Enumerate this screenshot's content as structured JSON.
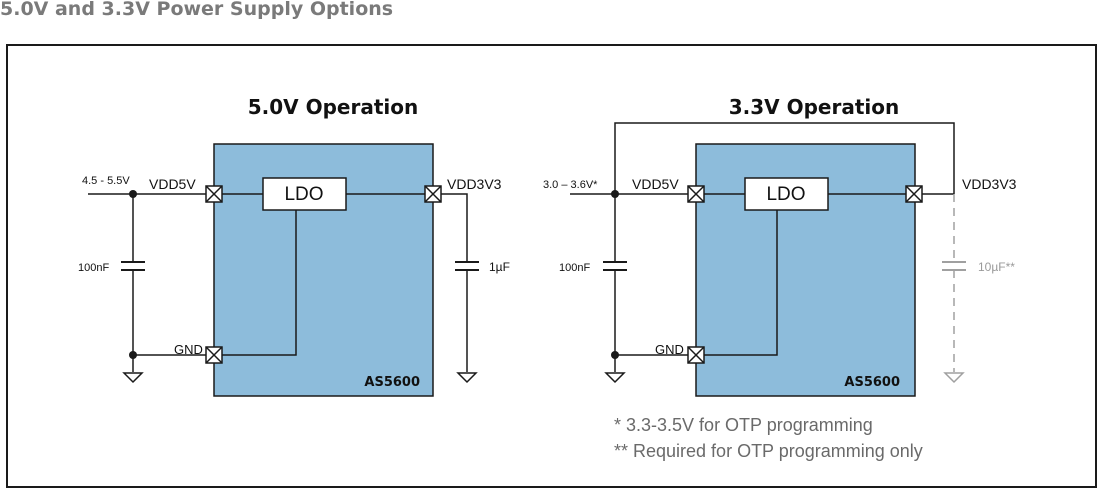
{
  "heading": "5.0V and 3.3V Power Supply Options",
  "left": {
    "title": "5.0V Operation",
    "supply_range": "4.5 - 5.5V",
    "vdd5v": "VDD5V",
    "vdd3v3": "VDD3V3",
    "ldo": "LDO",
    "cap_in": "100nF",
    "cap_out": "1µF",
    "gnd": "GND",
    "chip": "AS5600"
  },
  "right": {
    "title": "3.3V Operation",
    "supply_range": "3.0 – 3.6V*",
    "vdd5v": "VDD5V",
    "vdd3v3": "VDD3V3",
    "ldo": "LDO",
    "cap_in": "100nF",
    "cap_out": "10µF**",
    "gnd": "GND",
    "chip": "AS5600"
  },
  "notes": {
    "note1": "*  3.3-3.5V for OTP programming",
    "note2": "** Required for OTP programming only"
  },
  "colors": {
    "chip_fill": "#8dbcdb",
    "line": "#1a1a1a",
    "optional": "#a0a0a0"
  }
}
